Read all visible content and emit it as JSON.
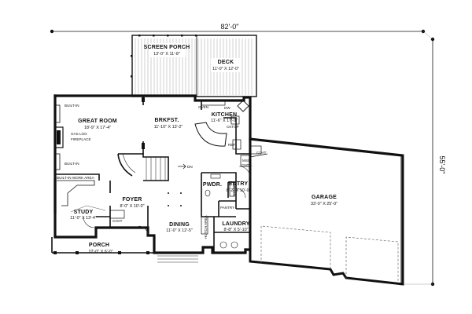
{
  "dimensions": {
    "width": "82'-0\"",
    "depth": "55'-0\""
  },
  "rooms": {
    "screen_porch": {
      "name": "SCREEN PORCH",
      "size": "13'-0\" X 11'-8\""
    },
    "deck": {
      "name": "DECK",
      "size": "11'-0\" X 12'-0\""
    },
    "great_room": {
      "name": "GREAT ROOM",
      "size": "18'-9\" X 17'-4\""
    },
    "brkfst": {
      "name": "BRKFST.",
      "size": "11'-10\" X 13'-2\""
    },
    "kitchen": {
      "name": "KITCHEN",
      "size": "11'-6\" X 17'-9\""
    },
    "entry": {
      "name": "ENTRY",
      "size": "8'-2\" X 10'-0\""
    },
    "pwdr": {
      "name": "PWDR."
    },
    "foyer": {
      "name": "FOYER",
      "size": "8'-0\" X 10'-0\""
    },
    "study": {
      "name": "STUDY",
      "size": "11'-0\" X 13'-4\""
    },
    "dining": {
      "name": "DINING",
      "size": "11'-0\" X 12'-5\""
    },
    "laundry": {
      "name": "LAUNDRY",
      "size": "8'-8\" X 5'-10\""
    },
    "garage": {
      "name": "GARAGE",
      "size": "33'-0\" X 25'-0\""
    },
    "porch": {
      "name": "PORCH",
      "size": "22'-0\" X 6'-0\""
    }
  },
  "notes": {
    "built_in_top": "BUILT-IN",
    "built_in_bottom": "BUILT-IN",
    "built_in_work_area": "BUILT-IN WORK AREA",
    "gas_log": "GAS LOG",
    "fireplace": "FIREPLACE",
    "oven": "OVEN",
    "dw": "DW",
    "cktop": "CKTOP",
    "ref": "REF",
    "msg_cntr_1": "MSG.",
    "msg_cntr_2": "CNTR.",
    "coat_entry": "COAT",
    "coat_foyer": "COAT",
    "dn": "DN",
    "bench": "BENCH",
    "pantry": "PANTRY",
    "hutch_area": "HUTCH AREA"
  }
}
